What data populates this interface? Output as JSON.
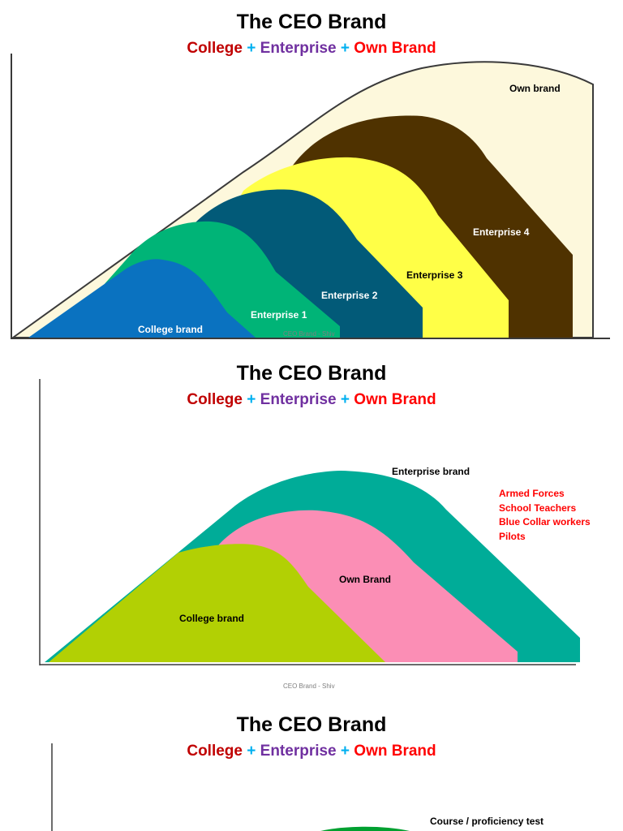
{
  "slides": [
    {
      "title": "The CEO Brand",
      "subtitle": {
        "college": "College",
        "plus1": "+",
        "enterprise": "Enterprise",
        "plus2": "+",
        "own": "Own Brand"
      },
      "labels": {
        "own_brand": "Own  brand",
        "enterprise4": "Enterprise 4",
        "enterprise3": "Enterprise 3",
        "enterprise2": "Enterprise 2",
        "enterprise1": "Enterprise 1",
        "college": "College brand"
      },
      "footer": "CEO Brand - Shiv"
    },
    {
      "title": "The CEO Brand",
      "subtitle": {
        "college": "College",
        "plus1": "+",
        "enterprise": "Enterprise",
        "plus2": "+",
        "own": "Own Brand"
      },
      "labels": {
        "enterprise_brand": "Enterprise brand",
        "own_brand": "Own Brand",
        "college": "College brand"
      },
      "professions": [
        "Armed Forces",
        "School Teachers",
        "Blue Collar workers",
        "Pilots"
      ],
      "footer": "CEO Brand - Shiv"
    },
    {
      "title": "The CEO Brand",
      "subtitle": {
        "college": "College",
        "plus1": "+",
        "enterprise": "Enterprise",
        "plus2": "+",
        "own": "Own Brand"
      },
      "labels": {
        "course": "Course / proficiency test"
      }
    }
  ],
  "colors": {
    "own_brand_area": "#fdf8dc",
    "enterprise4": "#4f3200",
    "enterprise3": "#ffff47",
    "enterprise2": "#025a78",
    "enterprise1": "#00b477",
    "college1": "#0a72c0",
    "enterprise_brand_teal": "#00ac98",
    "own_brand_pink": "#fb8eb5",
    "college_lime": "#b2d004",
    "green_arc": "#00a030",
    "profession_text": "#ff0000"
  }
}
